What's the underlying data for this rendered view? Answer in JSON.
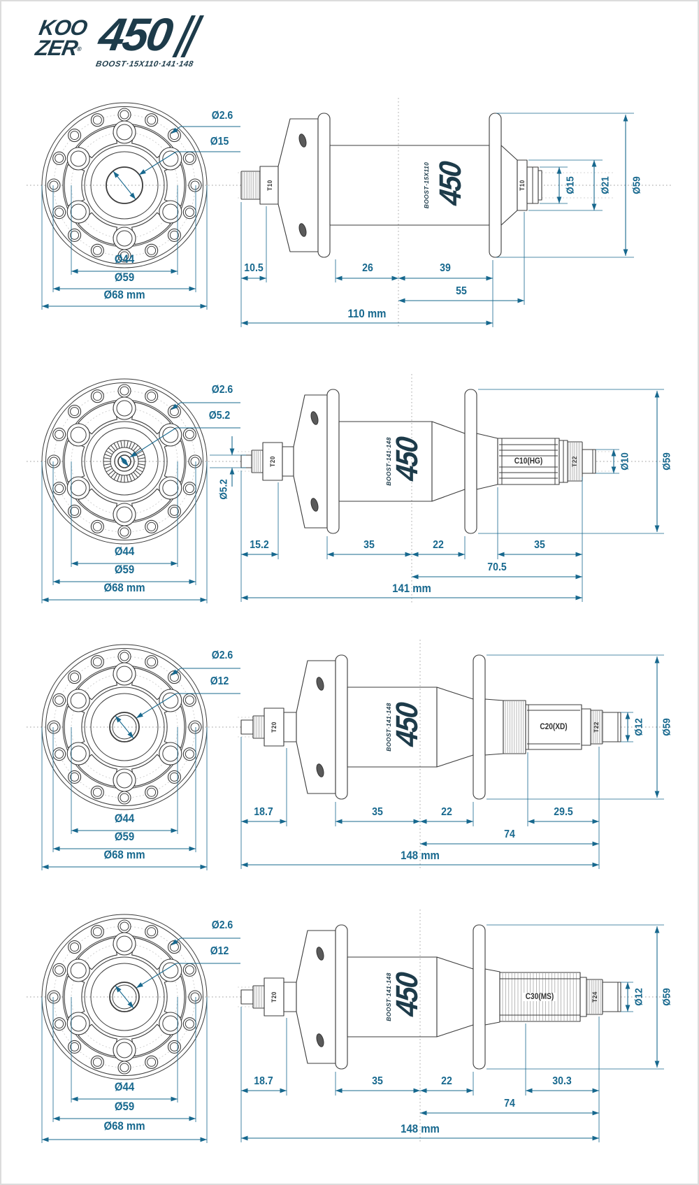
{
  "colors": {
    "accent": "#17688e",
    "ink": "#3b3b3b",
    "brand": "#1d3b4a"
  },
  "logo": {
    "line1": "KOO",
    "line2": "ZER",
    "reg": "®",
    "model": "450",
    "subtitle": "BOOST·15X110·141·148"
  },
  "rows": [
    {
      "front": {
        "leader_hole": "Ø2.6",
        "leader_bore": "Ø15",
        "dia_bolt": "Ø44",
        "dia_spoke": "Ø59",
        "dia_outer": "Ø68 mm"
      },
      "side": {
        "axle_left": "T10",
        "axle_right": "T10",
        "decal": "450",
        "decal_sub": "BOOST·15X110",
        "dia_axle": "Ø15",
        "dia_step": "Ø21",
        "dia_flange": "Ø59",
        "seg1": "10.5",
        "seg2": "26",
        "seg3": "39",
        "half": "55",
        "total": "110 mm"
      }
    },
    {
      "front": {
        "leader_hole": "Ø2.6",
        "leader_bore": "Ø5.2",
        "bore_side": "Ø5.2",
        "dia_bolt": "Ø44",
        "dia_spoke": "Ø59",
        "dia_outer": "Ø68 mm"
      },
      "side": {
        "axle_left": "T20",
        "axle_right": "T22",
        "freehub": "C10(HG)",
        "decal": "450",
        "decal_sub": "BOOST·141·148",
        "dia_axle": "Ø10",
        "dia_flange": "Ø59",
        "seg1": "15.2",
        "seg2": "35",
        "seg3": "22",
        "seg4": "35",
        "half": "70.5",
        "total": "141 mm"
      }
    },
    {
      "front": {
        "leader_hole": "Ø2.6",
        "leader_bore": "Ø12",
        "dia_bolt": "Ø44",
        "dia_spoke": "Ø59",
        "dia_outer": "Ø68 mm"
      },
      "side": {
        "axle_left": "T20",
        "axle_right": "T22",
        "freehub": "C20(XD)",
        "decal": "450",
        "decal_sub": "BOOST·141·148",
        "dia_axle": "Ø12",
        "dia_flange": "Ø59",
        "seg1": "18.7",
        "seg2": "35",
        "seg3": "22",
        "seg4": "29.5",
        "half": "74",
        "total": "148 mm"
      }
    },
    {
      "front": {
        "leader_hole": "Ø2.6",
        "leader_bore": "Ø12",
        "dia_bolt": "Ø44",
        "dia_spoke": "Ø59",
        "dia_outer": "Ø68 mm"
      },
      "side": {
        "axle_left": "T20",
        "axle_right": "T24",
        "freehub": "C30(MS)",
        "decal": "450",
        "decal_sub": "BOOST·141·148",
        "dia_axle": "Ø12",
        "dia_flange": "Ø59",
        "seg1": "18.7",
        "seg2": "35",
        "seg3": "22",
        "seg4": "30.3",
        "half": "74",
        "total": "148 mm"
      }
    }
  ]
}
